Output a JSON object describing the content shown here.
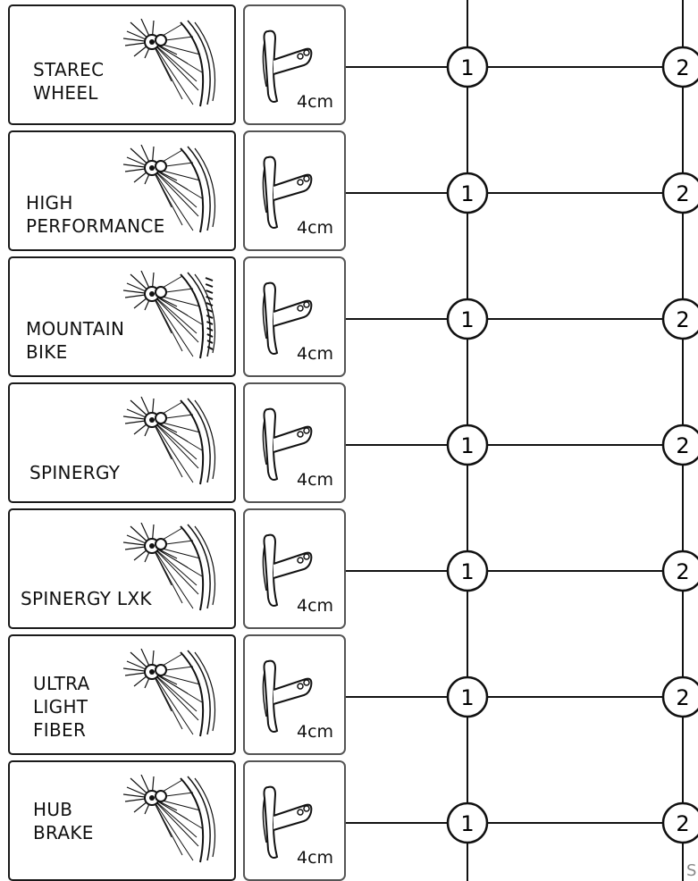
{
  "rows": [
    {
      "wheel_label": "STAREC\nWHEEL",
      "spacer_size": "4cm",
      "step1": "1",
      "step2": "2"
    },
    {
      "wheel_label": "HIGH\nPERFORMANCE",
      "spacer_size": "4cm",
      "step1": "1",
      "step2": "2"
    },
    {
      "wheel_label": "MOUNTAIN\nBIKE",
      "spacer_size": "4cm",
      "step1": "1",
      "step2": "2"
    },
    {
      "wheel_label": "SPINERGY",
      "spacer_size": "4cm",
      "step1": "1",
      "step2": "2"
    },
    {
      "wheel_label": "SPINERGY LXK",
      "spacer_size": "4cm",
      "step1": "1",
      "step2": "2"
    },
    {
      "wheel_label": "ULTRA\nLIGHT\nFIBER",
      "spacer_size": "4cm",
      "step1": "1",
      "step2": "2"
    },
    {
      "wheel_label": "HUB\nBRAKE",
      "spacer_size": "4cm",
      "step1": "1",
      "step2": "2"
    }
  ],
  "corner_text": "S",
  "colors": {
    "ink": "#111111",
    "card_border": "#1a1a1a",
    "spacer_border": "#555555"
  }
}
